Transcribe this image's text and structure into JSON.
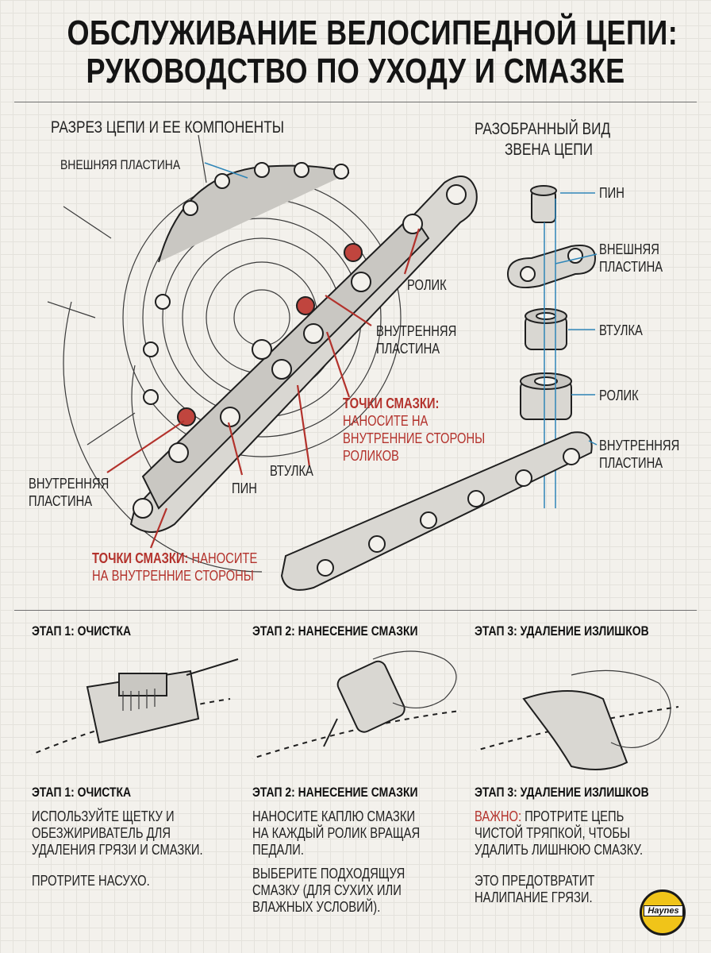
{
  "title": {
    "line1": "ОБСЛУЖИВАНИЕ ВЕЛОСИПЕДНОЙ ЦЕПИ:",
    "line2": "РУКОВОДСТВО ПО УХОДУ И СМАЗКЕ"
  },
  "cutaway": {
    "heading": "РАЗРЕЗ ЦЕПИ И ЕЕ КОМПОНЕНТЫ",
    "outer_plate": "ВНЕШНЯЯ ПЛАСТИНА",
    "roller": "РОЛИК",
    "inner_plate_right_l1": "ВНУТРЕННЯЯ",
    "inner_plate_right_l2": "ПЛАСТИНА",
    "lube_right_strong": "ТОЧКИ СМАЗКИ:",
    "lube_right_l2": "НАНОСИТЕ НА",
    "lube_right_l3": "ВНУТРЕННИЕ СТОРОНЫ",
    "lube_right_l4": "РОЛИКОВ",
    "bushing": "ВТУЛКА",
    "pin": "ПИН",
    "inner_plate_left_l1": "ВНУТРЕННЯЯ",
    "inner_plate_left_l2": "ПЛАСТИНА",
    "lube_left_strong": "ТОЧКИ СМАЗКИ:",
    "lube_left_rest": " НАНОСИТЕ",
    "lube_left_l2": "НА ВНУТРЕННИЕ СТОРОНЫ"
  },
  "exploded": {
    "heading_l1": "РАЗОБРАННЫЙ ВИД",
    "heading_l2": "ЗВЕНА ЦЕПИ",
    "pin": "ПИН",
    "outer_plate_l1": "ВНЕШНЯЯ",
    "outer_plate_l2": "ПЛАСТИНА",
    "bushing": "ВТУЛКА",
    "roller": "РОЛИК",
    "inner_plate_l1": "ВНУТРЕННЯЯ",
    "inner_plate_l2": "ПЛАСТИНА"
  },
  "steps_top": [
    {
      "label": "ЭТАП 1: ОЧИСТКА"
    },
    {
      "label": "ЭТАП 2: НАНЕСЕНИЕ СМАЗКИ"
    },
    {
      "label": "ЭТАП 3: УДАЛЕНИЕ ИЗЛИШКОВ"
    }
  ],
  "steps": [
    {
      "label": "ЭТАП 1: ОЧИСТКА",
      "lines": [
        "ИСПОЛЬЗУЙТЕ ЩЕТКУ И",
        "ОБЕЗЖИРИВАТЕЛЬ ДЛЯ",
        "УДАЛЕНИЯ ГРЯЗИ И СМАЗКИ."
      ],
      "extra": [
        "ПРОТРИТЕ НАСУХО."
      ]
    },
    {
      "label": "ЭТАП 2: НАНЕСЕНИЕ СМАЗКИ",
      "lines": [
        "НАНОСИТЕ КАПЛЮ СМАЗКИ",
        "НА КАЖДЫЙ РОЛИК ВРАЩАЯ",
        "ПЕДАЛИ."
      ],
      "extra": [
        "ВЫБЕРИТЕ ПОДХОДЯЩУЯ",
        "СМАЗКУ (ДЛЯ СУХИХ ИЛИ",
        "ВЛАЖНЫХ УСЛОВИЙ)."
      ]
    },
    {
      "label": "ЭТАП 3: УДАЛЕНИЕ ИЗЛИШКОВ",
      "warn": "ВАЖНО:",
      "line1_rest": " ПРОТРИТЕ ЦЕПЬ",
      "lines": [
        "ЧИСТОЙ ТРЯПКОЙ, ЧТОБЫ",
        "УДАЛИТЬ ЛИШНЮЮ СМАЗКУ."
      ],
      "extra": [
        "ЭТО ПРЕДОТВРАТИТ",
        "НАЛИПАНИЕ ГРЯЗИ."
      ]
    }
  ],
  "logo": "Haynes",
  "colors": {
    "accent_red": "#b3322c",
    "leader_blue": "#2f86b8",
    "background": "#f3f1ec"
  }
}
